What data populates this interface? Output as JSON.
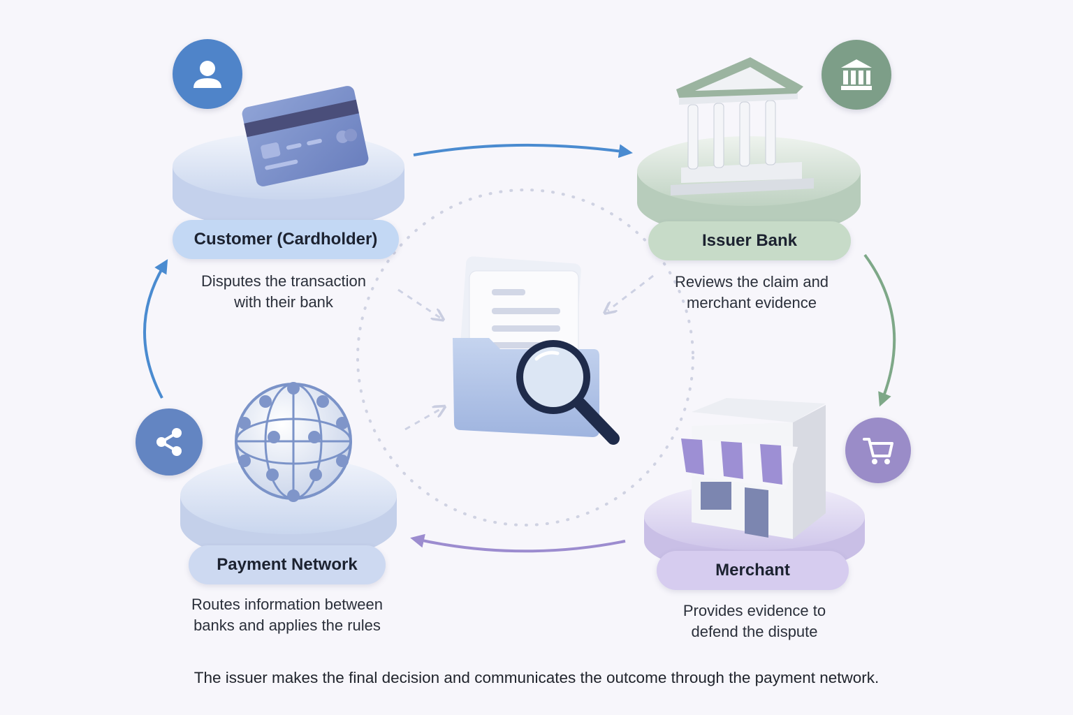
{
  "nodes": {
    "customer": {
      "label": "Customer (Cardholder)",
      "desc": "Disputes the transaction\nwith their bank",
      "icon": "user-icon",
      "color": "#5b8fd6"
    },
    "issuer": {
      "label": "Issuer Bank",
      "desc": "Reviews the claim and\nmerchant evidence",
      "icon": "bank-icon",
      "color": "#7d9e88"
    },
    "merchant": {
      "label": "Merchant",
      "desc": "Provides evidence to\ndefend the dispute",
      "icon": "cart-icon",
      "color": "#9a8cc8"
    },
    "network": {
      "label": "Payment Network",
      "desc": "Routes information between\nbanks and applies the rules",
      "icon": "share-icon",
      "color": "#6385c2"
    }
  },
  "center_icon": "evidence-folder-magnifier-icon",
  "footer": "The issuer makes the final decision and communicates the outcome through the payment network."
}
